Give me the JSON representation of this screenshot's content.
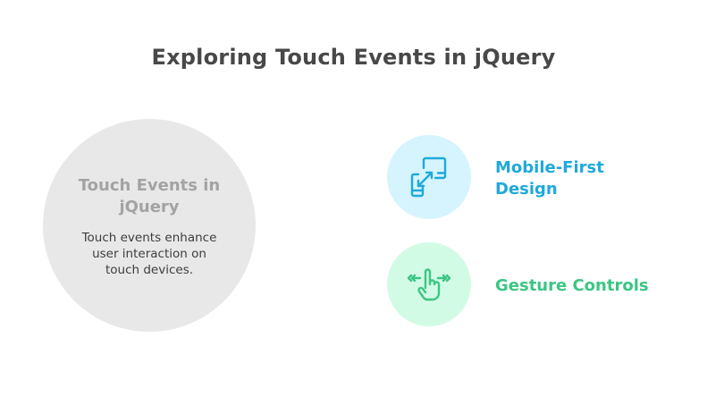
{
  "title": "Exploring Touch Events in jQuery",
  "main_node": {
    "heading_line1": "Touch Events in",
    "heading_line2": "jQuery",
    "description_line1": "Touch events enhance",
    "description_line2": "user interaction on",
    "description_line3": "touch devices.",
    "fill_color": "#e8e8e8"
  },
  "items": [
    {
      "label_line1": "Mobile-First",
      "label_line2": "Design",
      "icon": "device-resize-icon",
      "color": "#1fa9dc",
      "background": "#d6f4fd"
    },
    {
      "label_line1": "Gesture Controls",
      "icon": "swipe-gesture-icon",
      "color": "#3bc683",
      "background": "#d2fbe6"
    }
  ]
}
